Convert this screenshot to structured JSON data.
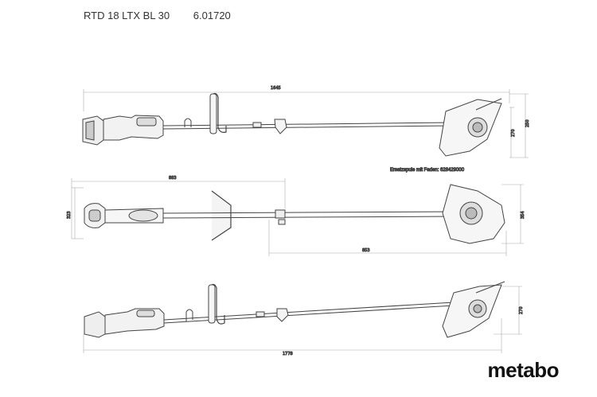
{
  "header": {
    "model": "RTD 18 LTX BL 30",
    "article_number": "6.01720"
  },
  "views": {
    "top": {
      "dim_length": "1645",
      "dim_height": "250",
      "dim_head": "270"
    },
    "plan": {
      "dim_handle": "883",
      "dim_rear_width": "323",
      "dim_head_width": "354",
      "dim_shaft": "853"
    },
    "bottom": {
      "dim_length": "1778",
      "dim_head": "270"
    }
  },
  "note": "Ersatzspule mit Faden: 628429000",
  "brand": "metabo"
}
